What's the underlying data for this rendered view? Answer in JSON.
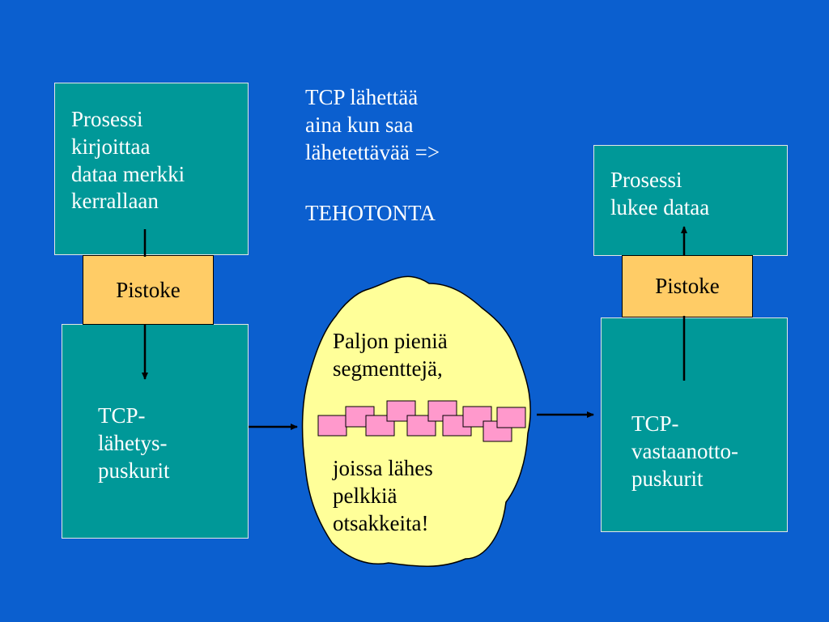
{
  "sender": {
    "process_text": "Prosessi\nkirjoittaa\ndataa merkki\nkerrallaan",
    "socket_label": "Pistoke",
    "buffer_text": "TCP-\nlähetys-\npuskurit"
  },
  "receiver": {
    "process_text": "Prosessi\nlukee dataa",
    "socket_label": "Pistoke",
    "buffer_text": "TCP-\nvastaanotto-\npuskurit"
  },
  "note": {
    "line1": "TCP lähettää\naina kun saa\nlähetettävää =>",
    "line2": "TEHOTONTA"
  },
  "cloud": {
    "text_top": "Paljon pieniä\nsegmenttejä,",
    "text_bottom": " joissa  lähes\npelkkiä\notsakkeita!"
  },
  "colors": {
    "background": "#0b5fcf",
    "box_fill": "#009898",
    "socket_fill": "#ffcc66",
    "cloud_fill": "#ffff99",
    "segment_fill": "#ff99cc"
  }
}
